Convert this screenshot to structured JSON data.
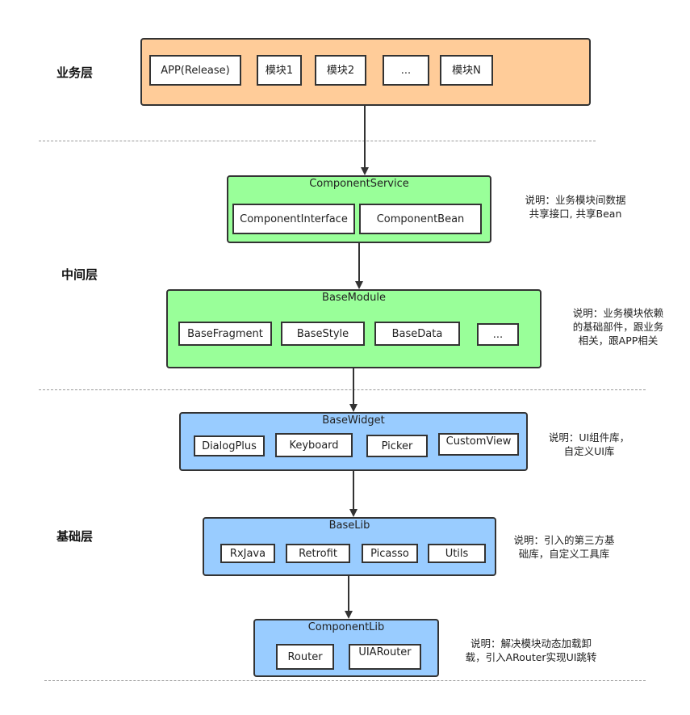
{
  "layers": {
    "business": "业务层",
    "middle": "中间层",
    "base": "基础层"
  },
  "business_group": {
    "items": [
      "APP(Release)",
      "模块1",
      "模块2",
      "...",
      "模块N"
    ]
  },
  "component_service": {
    "title": "ComponentService",
    "items": [
      "ComponentInterface",
      "ComponentBean"
    ],
    "note": "说明：业务模块间数据\n共享接口, 共享Bean"
  },
  "base_module": {
    "title": "BaseModule",
    "items": [
      "BaseFragment",
      "BaseStyle",
      "BaseData",
      "..."
    ],
    "note": "说明：业务模块依赖\n的基础部件，跟业务\n相关，跟APP相关"
  },
  "base_widget": {
    "title": "BaseWidget",
    "items": [
      "DialogPlus",
      "Keyboard",
      "Picker",
      "CustomView"
    ],
    "note": "说明：UI组件库，\n自定义UI库"
  },
  "base_lib": {
    "title": "BaseLib",
    "items": [
      "RxJava",
      "Retrofit",
      "Picasso",
      "Utils"
    ],
    "note": "说明：引入的第三方基\n础库，自定义工具库"
  },
  "component_lib": {
    "title": "ComponentLib",
    "items": [
      "Router",
      "UIARouter"
    ],
    "note": "说明：解决模块动态加载卸\n载，引入ARouter实现UI跳转"
  },
  "colors": {
    "business": "#ffcc99",
    "middle": "#99ff99",
    "base": "#99ccff",
    "stroke": "#333333"
  }
}
